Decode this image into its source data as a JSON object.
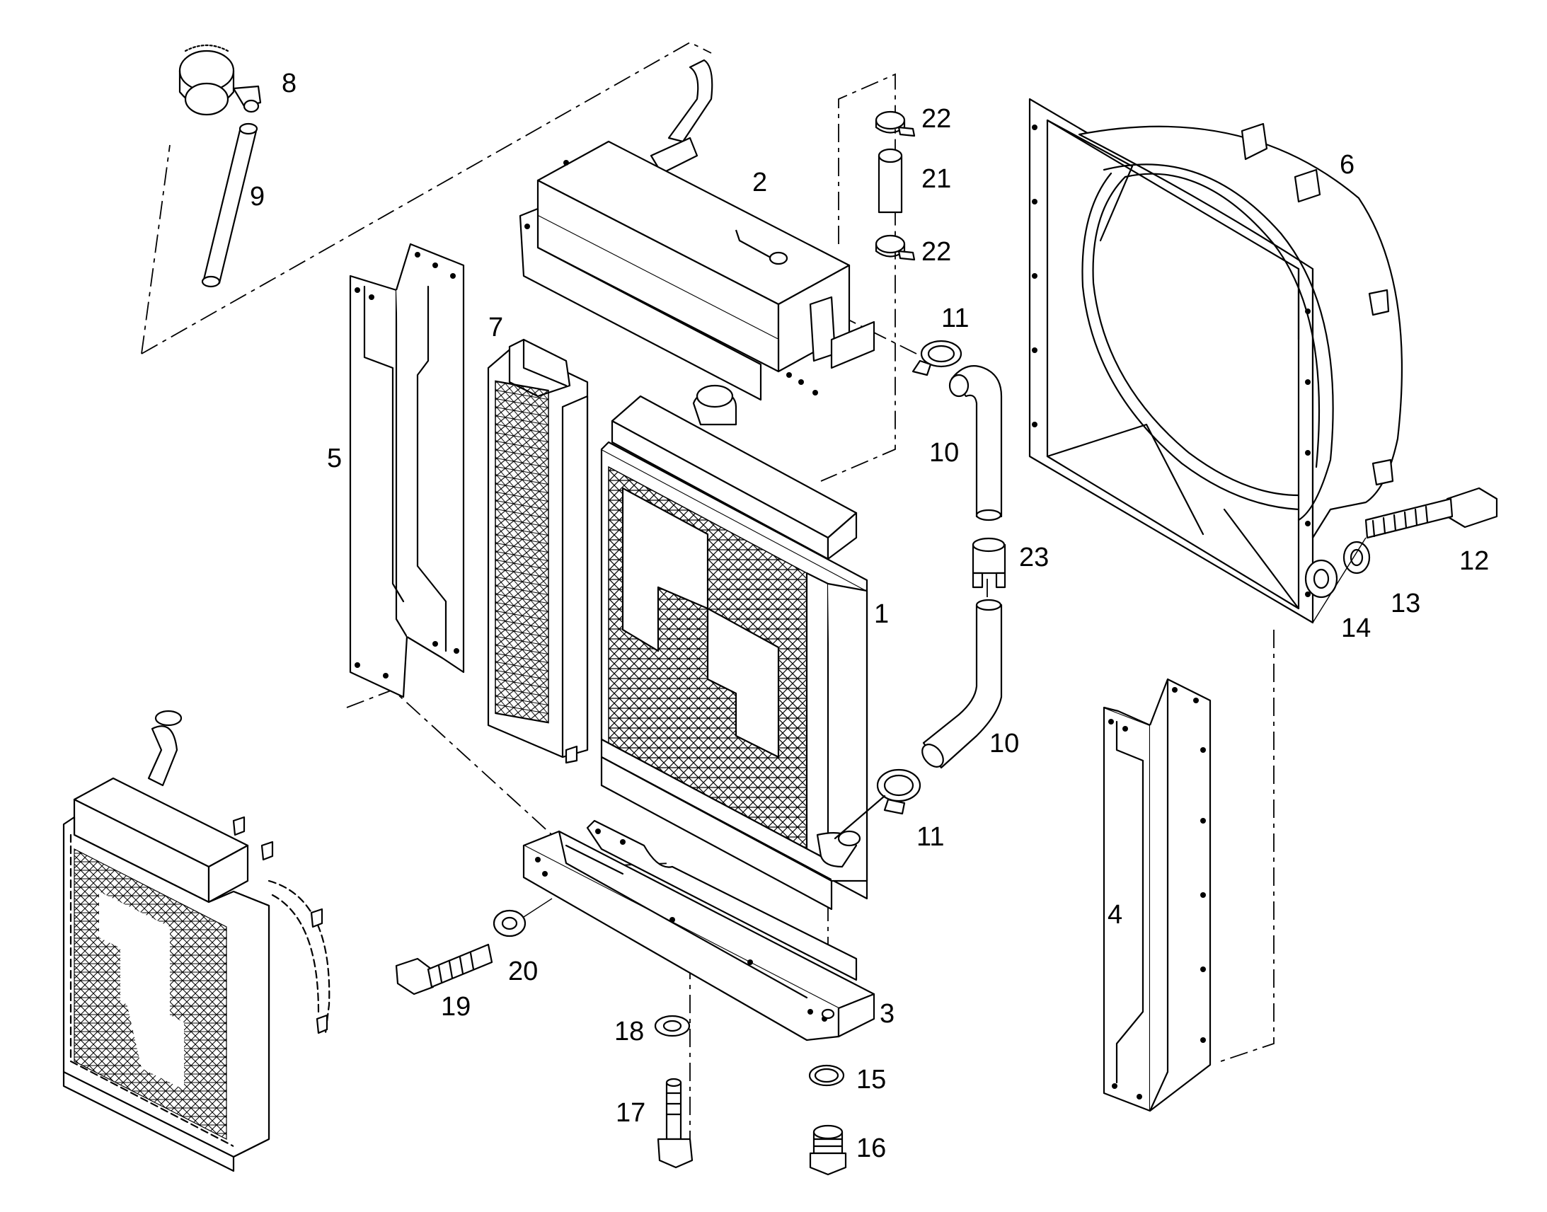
{
  "diagram": {
    "type": "exploded parts diagram",
    "part_labels": [
      {
        "id": "p1",
        "text": "1"
      },
      {
        "id": "p2",
        "text": "2"
      },
      {
        "id": "p3",
        "text": "3"
      },
      {
        "id": "p4",
        "text": "4"
      },
      {
        "id": "p5",
        "text": "5"
      },
      {
        "id": "p6",
        "text": "6"
      },
      {
        "id": "p7",
        "text": "7"
      },
      {
        "id": "p8",
        "text": "8"
      },
      {
        "id": "p9",
        "text": "9"
      },
      {
        "id": "p10a",
        "text": "10"
      },
      {
        "id": "p10b",
        "text": "10"
      },
      {
        "id": "p11a",
        "text": "11"
      },
      {
        "id": "p11b",
        "text": "11"
      },
      {
        "id": "p12",
        "text": "12"
      },
      {
        "id": "p13",
        "text": "13"
      },
      {
        "id": "p14",
        "text": "14"
      },
      {
        "id": "p15",
        "text": "15"
      },
      {
        "id": "p16",
        "text": "16"
      },
      {
        "id": "p17",
        "text": "17"
      },
      {
        "id": "p18",
        "text": "18"
      },
      {
        "id": "p19",
        "text": "19"
      },
      {
        "id": "p20",
        "text": "20"
      },
      {
        "id": "p21",
        "text": "21"
      },
      {
        "id": "p22a",
        "text": "22"
      },
      {
        "id": "p22b",
        "text": "22"
      },
      {
        "id": "p23",
        "text": "23"
      }
    ]
  }
}
